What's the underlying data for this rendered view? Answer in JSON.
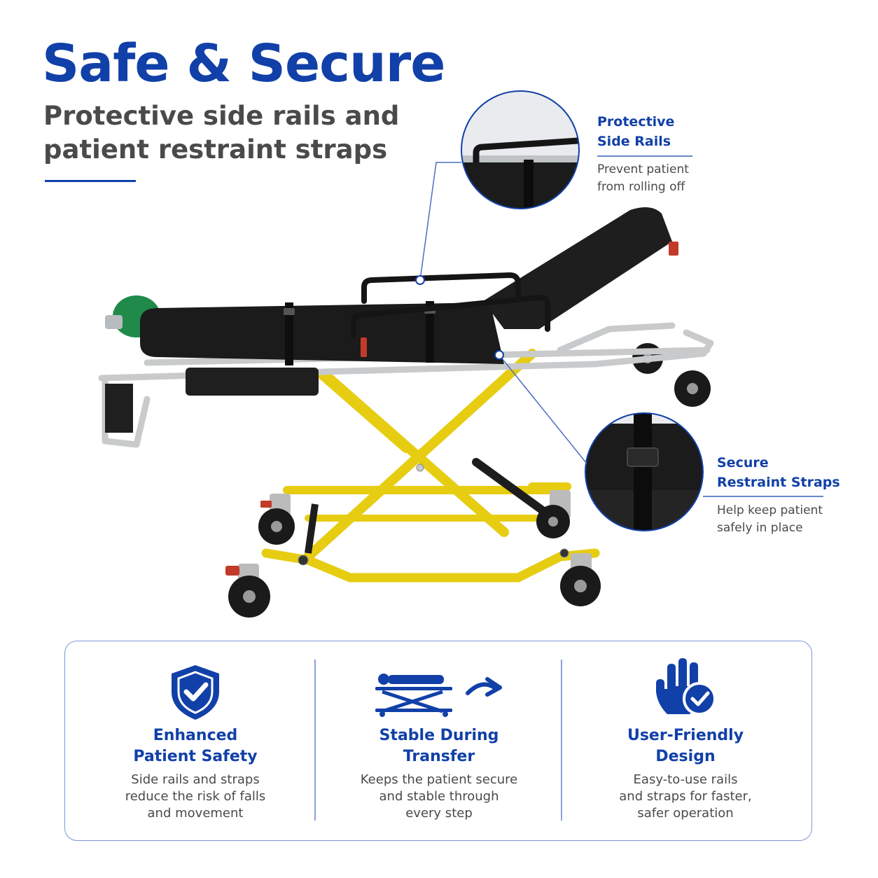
{
  "header": {
    "title": "Safe & Secure",
    "subtitle_line1": "Protective side rails and",
    "subtitle_line2": "patient restraint straps"
  },
  "callouts": [
    {
      "title_line1": "Protective",
      "title_line2": "Side Rails",
      "desc_line1": "Prevent patient",
      "desc_line2": "from rolling off"
    },
    {
      "title_line1": "Secure",
      "title_line2": "Restraint Straps",
      "desc_line1": "Help keep patient",
      "desc_line2": "safely in place"
    }
  ],
  "features": [
    {
      "icon": "shield-check-icon",
      "title_line1": "Enhanced",
      "title_line2": "Patient Safety",
      "desc_line1": "Side rails and straps",
      "desc_line2": "reduce the risk of falls",
      "desc_line3": "and movement"
    },
    {
      "icon": "patient-transfer-icon",
      "title_line1": "Stable During",
      "title_line2": "Transfer",
      "desc_line1": "Keeps the patient secure",
      "desc_line2": "and stable through",
      "desc_line3": "every step"
    },
    {
      "icon": "hand-check-icon",
      "title_line1": "User-Friendly",
      "title_line2": "Design",
      "desc_line1": "Easy-to-use rails",
      "desc_line2": "and straps for faster,",
      "desc_line3": "safer operation"
    }
  ],
  "colors": {
    "brand_blue": "#1140a8",
    "frame_yellow": "#f2d81a",
    "mattress_black": "#1c1c1c",
    "text_gray": "#4a4a4a"
  }
}
